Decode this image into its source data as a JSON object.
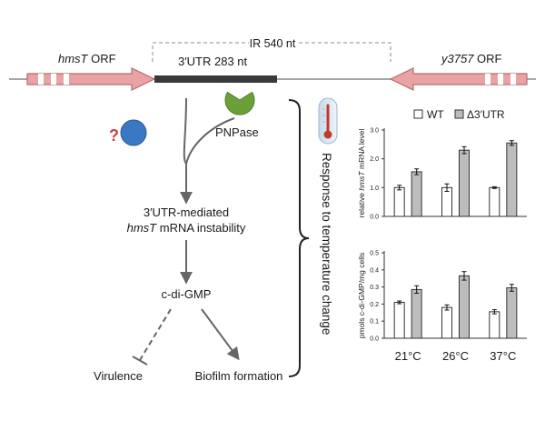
{
  "gene_map": {
    "ir_label": "IR 540 nt",
    "left_orf_gene": "hmsT",
    "left_orf_suffix": " ORF",
    "utr_label": "3′UTR 283 nt",
    "right_orf_gene": "y3757",
    "right_orf_suffix": " ORF",
    "colors": {
      "orf_fill": "#e9a3a5",
      "orf_stroke": "#b86b6e",
      "utr": "#3a3a3a",
      "line": "#888888"
    }
  },
  "pathway": {
    "unknown_mark": "?",
    "pnpase_label": "PNPase",
    "instability_line1": "3′UTR-mediated",
    "instability_gene": "hmsT",
    "instability_line2_rest": " mRNA instability",
    "cdigmp_label": "c-di-GMP",
    "virulence_label": "Virulence",
    "biofilm_label": "Biofilm formation",
    "response_label": "Response to temperature change",
    "colors": {
      "unknown_factor": "#3b78c2",
      "pnpase": "#6aa038",
      "question": "#d63b3b",
      "arrow": "#666666"
    }
  },
  "legend": {
    "wt": "WT",
    "mutant": "Δ3′UTR"
  },
  "chart_data": [
    {
      "type": "bar",
      "ylabel_prefix": "relative ",
      "ylabel_gene": "hmsT",
      "ylabel_suffix": " mRNA level",
      "categories": [
        "21°C",
        "26°C",
        "37°C"
      ],
      "ylim": [
        0,
        3
      ],
      "yticks": [
        "0.0",
        "1.0",
        "2.0",
        "3.0"
      ],
      "series": [
        {
          "name": "WT",
          "values": [
            1.0,
            1.0,
            1.0
          ],
          "errors": [
            0.08,
            0.13,
            0.03
          ]
        },
        {
          "name": "Δ3′UTR",
          "values": [
            1.55,
            2.3,
            2.55
          ],
          "errors": [
            0.1,
            0.12,
            0.08
          ]
        }
      ]
    },
    {
      "type": "bar",
      "ylabel": "pmols c-di-GMP/mg cells",
      "categories": [
        "21°C",
        "26°C",
        "37°C"
      ],
      "ylim": [
        0,
        0.5
      ],
      "yticks": [
        "0.0",
        "0.1",
        "0.2",
        "0.3",
        "0.4",
        "0.5"
      ],
      "series": [
        {
          "name": "WT",
          "values": [
            0.21,
            0.18,
            0.155
          ],
          "errors": [
            0.008,
            0.015,
            0.012
          ]
        },
        {
          "name": "Δ3′UTR",
          "values": [
            0.285,
            0.365,
            0.295
          ],
          "errors": [
            0.022,
            0.025,
            0.02
          ]
        }
      ]
    }
  ]
}
